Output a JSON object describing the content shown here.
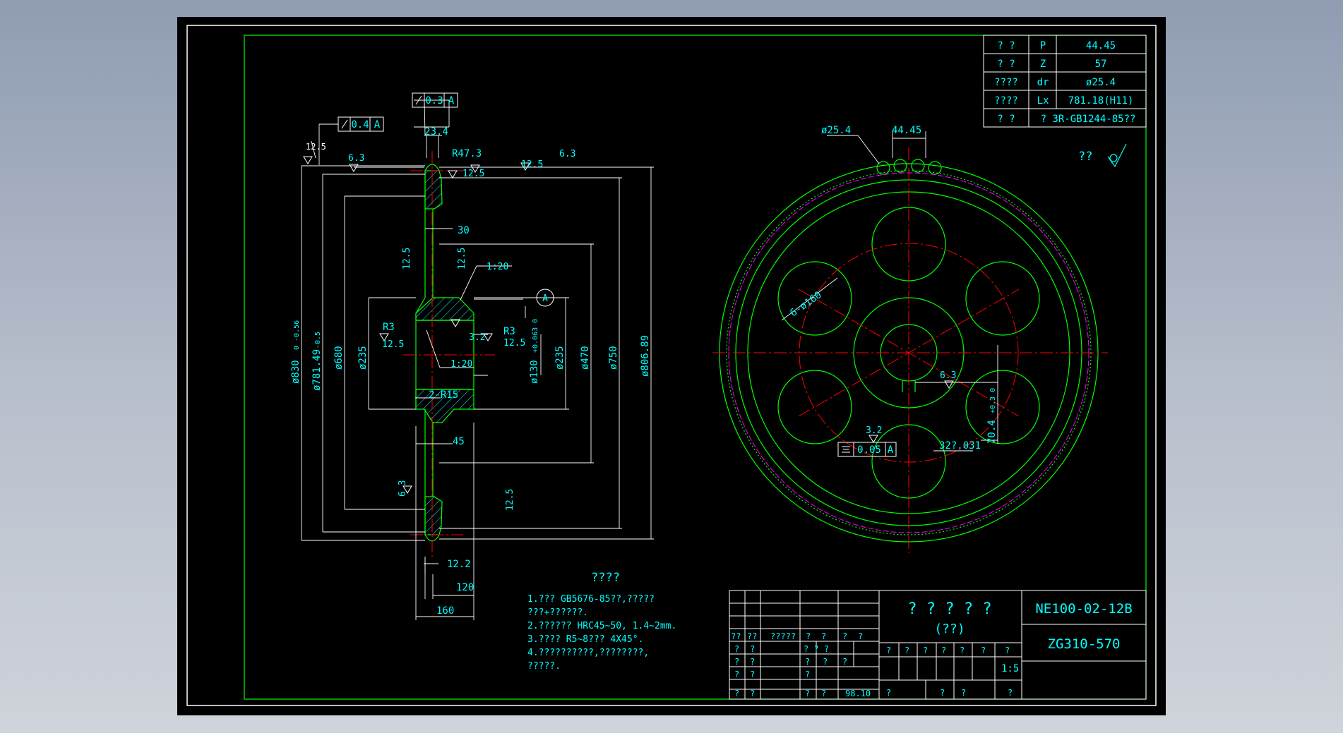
{
  "params_table": [
    {
      "label": "? ?",
      "symbol": "P",
      "value": "44.45"
    },
    {
      "label": "? ?",
      "symbol": "Z",
      "value": "57"
    },
    {
      "label": "????",
      "symbol": "dr",
      "value": "ø25.4"
    },
    {
      "label": "????",
      "symbol": "Lx",
      "value": "781.18(H11)"
    },
    {
      "label": "? ?",
      "symbol": "",
      "value": "? 3R-GB1244-85??"
    }
  ],
  "roughness_note": {
    "label": "??",
    "symbol": "√"
  },
  "side_view": {
    "tol_top": {
      "value": "0.3",
      "datum": "A"
    },
    "tol_left": {
      "value": "0.4",
      "datum": "A"
    },
    "dim_23_4": "23.4",
    "r47": "R47.3",
    "dim_30": "30",
    "dim_45": "45",
    "dim_12_2": "12.2",
    "dim_120": "120",
    "dim_160": "160",
    "taper1": "1:20",
    "taper2": "1:20",
    "r3_left": "R3",
    "r3_right": "R3",
    "r15": "2-R15",
    "datum_a": "A",
    "d830": "ø830",
    "d830_tol": "0 -0.56",
    "d781": "ø781.49",
    "d781_tol": "-0.5",
    "d680": "ø680",
    "d235a": "ø235",
    "d130": "ø130",
    "d130_tol": "+0.063 0",
    "d235b": "ø235",
    "d470": "ø470",
    "d750": "ø750",
    "d806": "ø806.89",
    "rough": {
      "r12_5": "12.5",
      "r6_3": "6.3",
      "r3_2": "3.2"
    }
  },
  "front_view": {
    "pin_dia": "ø25.4",
    "pitch": "44.45",
    "holes": "6-ø160",
    "sym_tol": {
      "value": "0.05",
      "datum": "A"
    },
    "key_width": "32?.031",
    "key_depth": "70.4",
    "key_depth_tol": "+0.3 0",
    "rough_key": "6.3",
    "rough_hub": "3.2"
  },
  "notes": {
    "title": "????",
    "lines": [
      "1.???  GB5676-85??,?????",
      "  ???+??????.",
      "2.??????  HRC45~50,  1.4~2mm.",
      "3.????  R5~8???    4X45°.",
      "4.??????????,????????,",
      "  ?????."
    ]
  },
  "title_block": {
    "name_line1": "? ? ? ? ?",
    "name_line2": "(??)",
    "drawing_no": "NE100-02-12B",
    "material": "ZG310-570",
    "scale": "1:5",
    "date": "98.10",
    "header_row": [
      "??",
      "??",
      "?????",
      "?",
      "?",
      "?",
      "?"
    ],
    "rows": [
      [
        "?",
        "?",
        "",
        "? ? ?",
        "",
        ""
      ],
      [
        "?",
        "?",
        "",
        "?",
        "?",
        "?"
      ],
      [
        "?",
        "?",
        "",
        "?",
        "",
        ""
      ],
      [
        "?",
        "?",
        "",
        "?",
        "?",
        ""
      ]
    ],
    "right_header": [
      "?",
      "?",
      "?",
      "?",
      "?",
      "?",
      "?"
    ],
    "bottom": [
      "?",
      "?",
      "?",
      "?"
    ]
  },
  "colors": {
    "outline": "#00ff00",
    "dim": "#00ffff",
    "center": "#ff0000",
    "pitch": "#ff00ff",
    "hatch": "#00ffff",
    "frame": "#ffffff"
  }
}
